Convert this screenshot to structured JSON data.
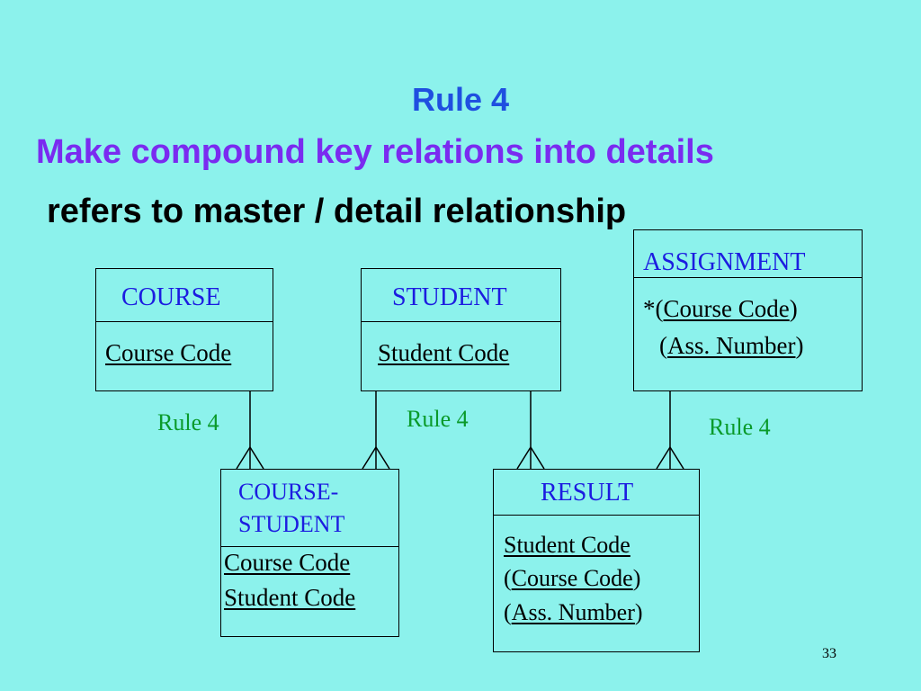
{
  "title": "Rule 4",
  "subtitle": "Make compound key relations into details",
  "caption": "refers to master / detail relationship",
  "entities": {
    "course": {
      "name": "COURSE",
      "key": "Course Code"
    },
    "student": {
      "name": "STUDENT",
      "key": "Student Code"
    },
    "assignment": {
      "name": "ASSIGNMENT",
      "attr1_prefix": "*(",
      "attr1_key": "Course Code",
      "attr1_suffix": ")",
      "attr2_prefix": "(",
      "attr2_key": "Ass. Number",
      "attr2_suffix": ")"
    },
    "course_student": {
      "name_line1": "COURSE-",
      "name_line2": "STUDENT",
      "attr1": "Course Code",
      "attr2": "Student Code"
    },
    "result": {
      "name": "RESULT",
      "attr1": "Student Code",
      "attr2_prefix": "(",
      "attr2_key": "Course Code",
      "attr2_suffix": ")",
      "attr3_prefix": "(",
      "attr3_key": "Ass. Number",
      "attr3_suffix": ")"
    }
  },
  "rule_labels": [
    "Rule 4",
    "Rule 4",
    "Rule 4"
  ],
  "page_number": "33"
}
